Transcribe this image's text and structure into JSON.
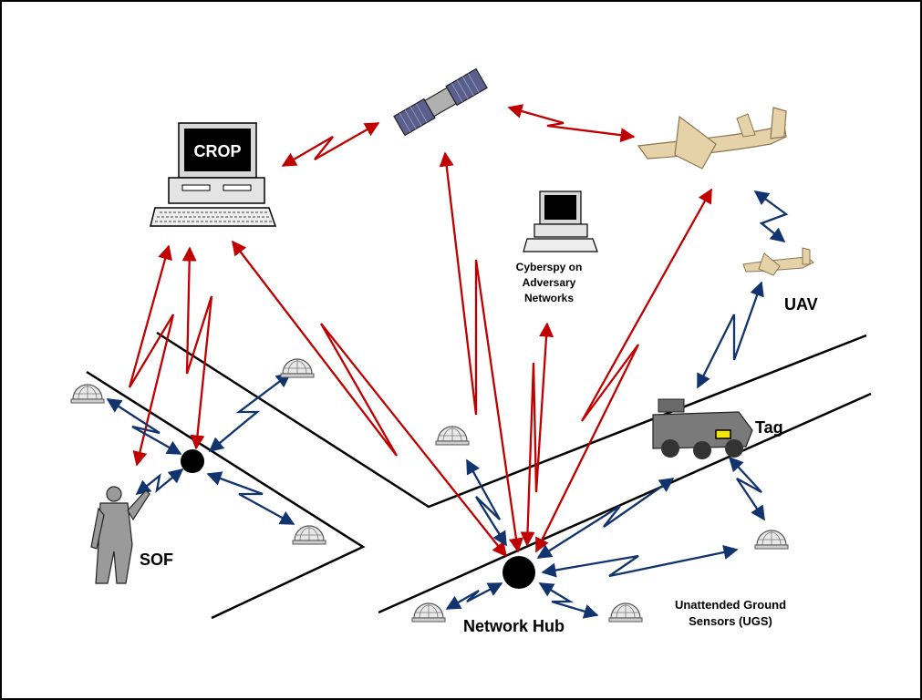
{
  "labels": {
    "crop": "CROP",
    "sof": "SOF",
    "uav": "UAV",
    "tag": "Tag",
    "network_hub": "Network Hub",
    "cyberspy_line1": "Cyberspy on",
    "cyberspy_line2": "Adversary",
    "cyberspy_line3": "Networks",
    "ugs_line1": "Unattended Ground",
    "ugs_line2": "Sensors (UGS)"
  },
  "colors": {
    "red_link": "#c00000",
    "blue_link": "#12346e",
    "node": "#000000",
    "tag_marker": "#f5e60a",
    "aircraft": "#e6d2a8"
  },
  "icons": [
    "computer-icon",
    "satellite-icon",
    "aircraft-icon",
    "uav-icon",
    "soldier-icon",
    "vehicle-icon",
    "sensor-dome-icon",
    "hub-node-icon"
  ]
}
